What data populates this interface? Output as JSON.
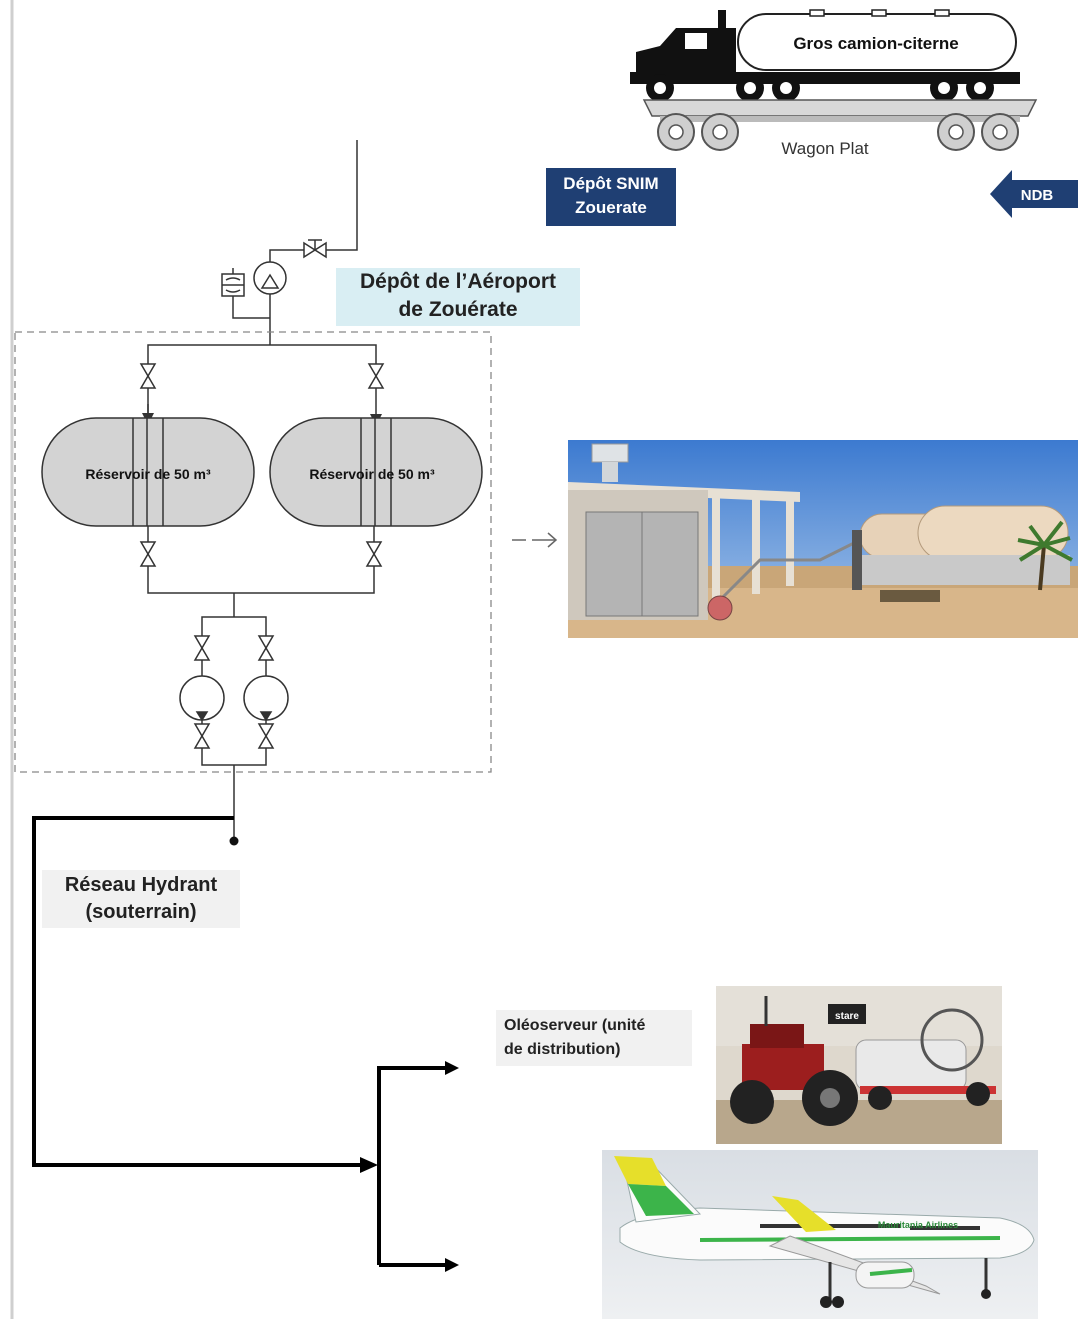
{
  "labels": {
    "truck": "Gros camion-citerne",
    "wagon": "Wagon Plat",
    "depot_snim_line1": "Dépôt SNIM",
    "depot_snim_line2": "Zouerate",
    "ndb": "NDB",
    "depot_airport_line1": "Dépôt de l’Aéroport",
    "depot_airport_line2": "de Zouérate",
    "tank_left": "Réservoir de 50 m³",
    "tank_right": "Réservoir de 50 m³",
    "hydrant_line1": "Réseau Hydrant",
    "hydrant_line2": "(souterrain)",
    "oleo_line1": "Oléoserveur (unité",
    "oleo_line2": "de distribution)",
    "plane_livery": "Mauritania Airlines",
    "stand_sign": "stare"
  },
  "colors": {
    "snim_box": "#1f3f73",
    "airport_box": "#d9eef3",
    "tank_fill": "#d3d3d3",
    "plane_green": "#3cb44a",
    "plane_yellow": "#e6df2a"
  }
}
